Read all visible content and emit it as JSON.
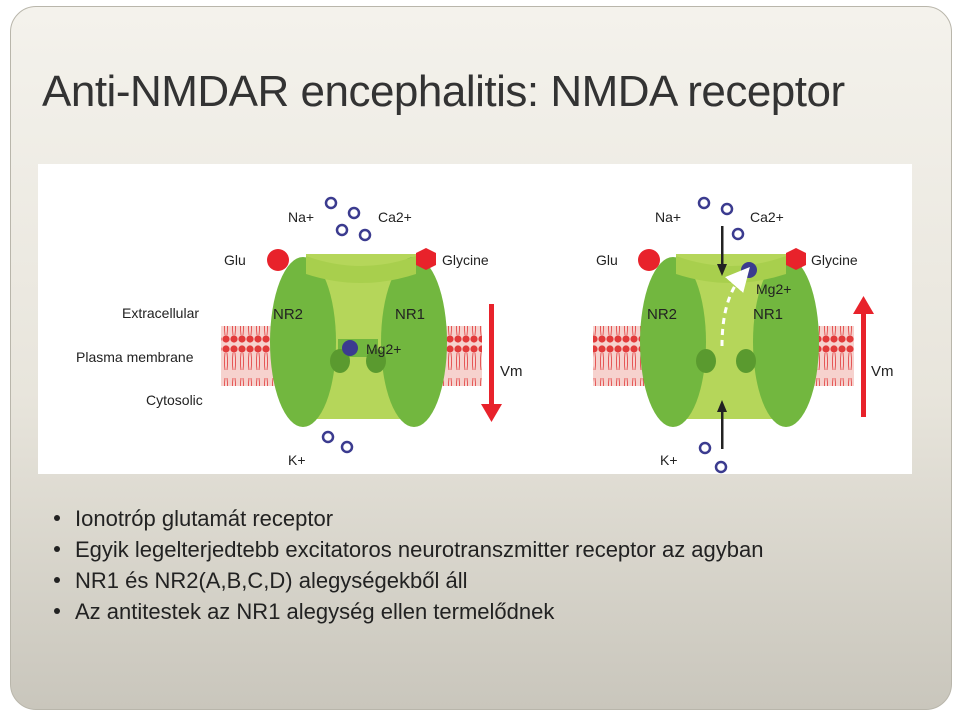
{
  "slide": {
    "title": "Anti-NMDAR encephalitis: NMDA receptor"
  },
  "figure": {
    "labels": {
      "extracellular": "Extracellular",
      "plasma_membrane": "Plasma membrane",
      "cytosolic": "Cytosolic"
    },
    "panels": [
      {
        "na": "Na+",
        "ca": "Ca2+",
        "glu": "Glu",
        "glycine": "Glycine",
        "nr2": "NR2",
        "nr1": "NR1",
        "mg": "Mg2+",
        "k": "K+",
        "vm": "Vm"
      },
      {
        "na": "Na+",
        "ca": "Ca2+",
        "glu": "Glu",
        "glycine": "Glycine",
        "nr2": "NR2",
        "nr1": "NR1",
        "mg": "Mg2+",
        "k": "K+",
        "vm": "Vm"
      }
    ],
    "colors": {
      "receptor": "#72b73f",
      "receptor_dark": "#5a9a2f",
      "channel": "#b5d65a",
      "glu": "#e8222b",
      "ion": "#3b3b8f",
      "membrane_head": "#e23a3a",
      "membrane_band": "#f2c4c0",
      "arrow": "#e8222b"
    }
  },
  "bullets": [
    "Ionotróp glutamát receptor",
    "Egyik legelterjedtebb excitatoros neurotranszmitter receptor az agyban",
    "NR1 és NR2(A,B,C,D) alegységekből áll",
    "Az antitestek az NR1 alegység ellen termelődnek"
  ]
}
